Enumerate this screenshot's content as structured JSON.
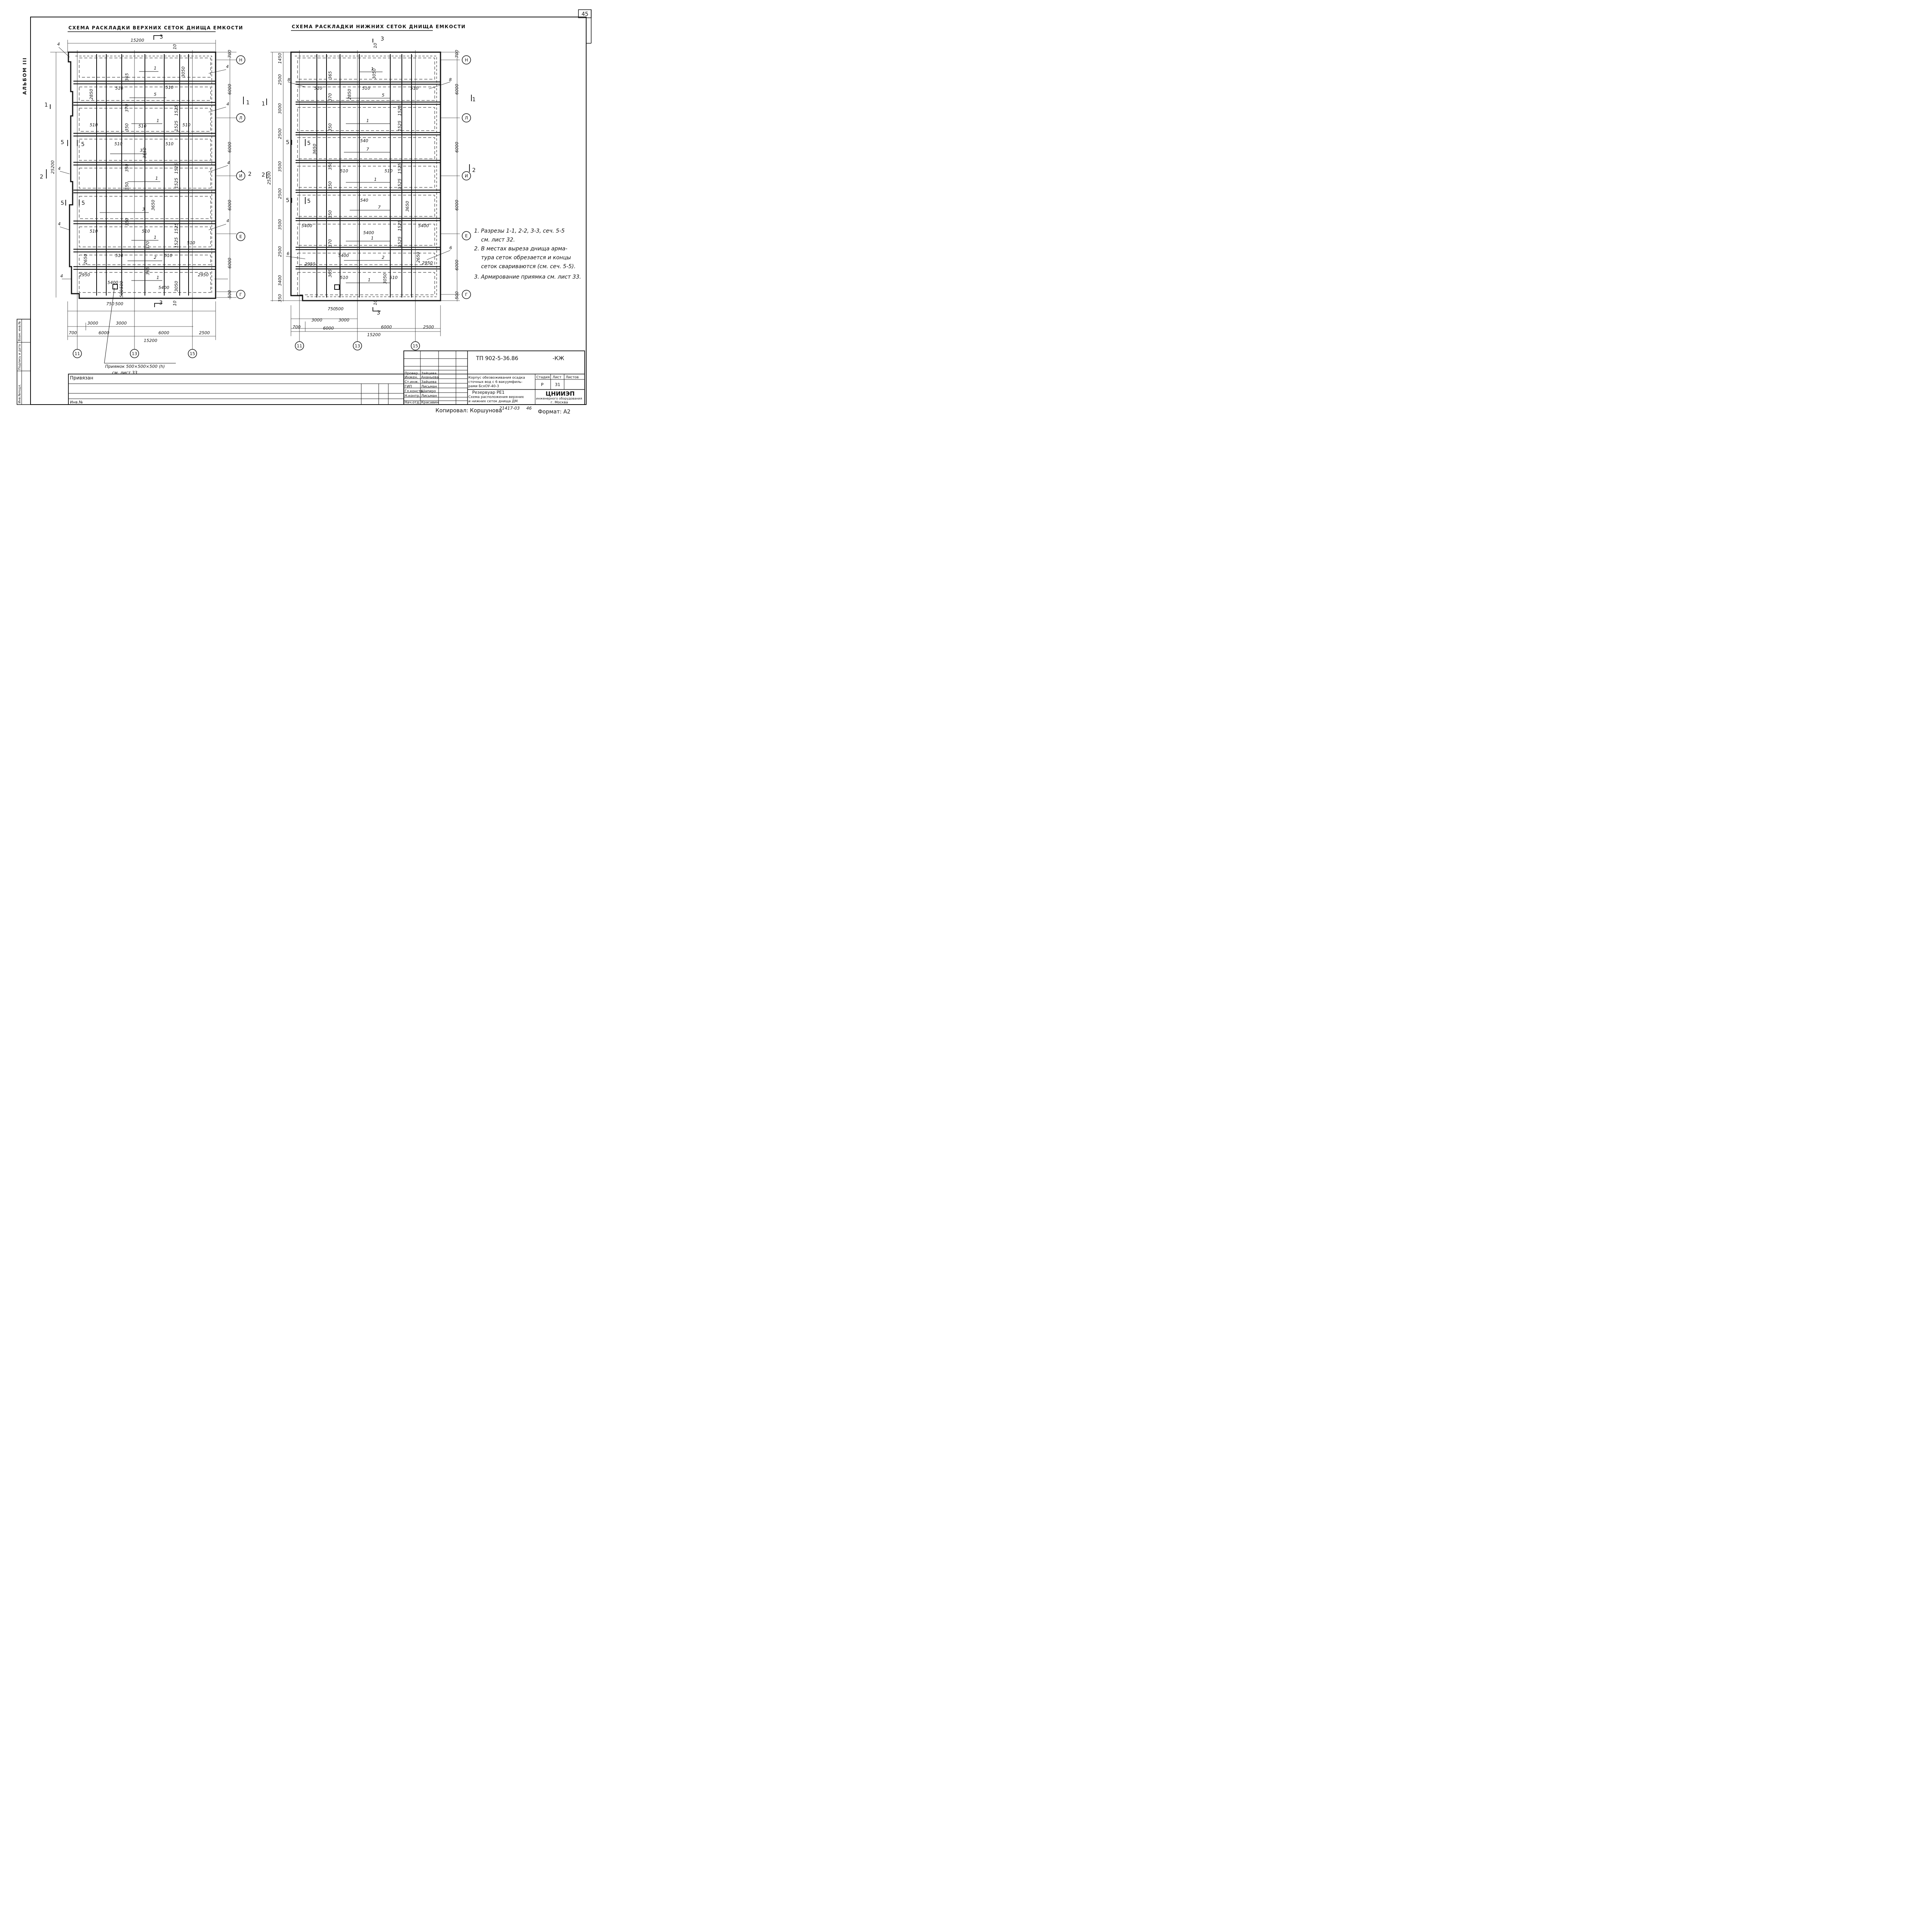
{
  "sheet_number": "45",
  "album_label": "АЛЬБОМ III",
  "left_stub": {
    "c1": "Инв.№подл.",
    "c2": "Подпись и дата",
    "c3": "Взам. инв.№"
  },
  "plan_top": {
    "title": "СХЕМА РАСКЛАДКИ ВЕРХНИХ СЕТОК ДНИЩА ЕМКОСТИ",
    "width_label": "15200",
    "height_label": "25200",
    "row_dims": [
      "700",
      "6000",
      "6000",
      "6000",
      "6000",
      "500"
    ],
    "band_dims": [
      "3050",
      "2850",
      "3650",
      "3650",
      "2650",
      "3050"
    ],
    "bottom_chain": [
      "700",
      "6000",
      "6000",
      "2500"
    ],
    "bottom_total": "15200",
    "bottom_upper": [
      "3000",
      "3000"
    ],
    "sump_dims": [
      "750",
      "500"
    ],
    "axes_x": [
      "11",
      "13",
      "15"
    ],
    "axes_y": [
      "Н",
      "Л",
      "И",
      "Е",
      "Г"
    ],
    "section_marks": [
      "3",
      "3",
      "1",
      "1",
      "2",
      "2",
      "5",
      "5",
      "5",
      "5"
    ],
    "mesh_marks": [
      "1",
      "5",
      "1",
      "3",
      "1",
      "3",
      "1",
      "2",
      "1",
      "4",
      "4",
      "4",
      "4",
      "4",
      "4",
      "4",
      "4"
    ],
    "small_dims": [
      "365",
      "510",
      "510",
      "370",
      "1525",
      "1525",
      "350",
      "510",
      "510",
      "510",
      "510",
      "510",
      "350",
      "1525",
      "1525",
      "350",
      "510",
      "510",
      "350",
      "1525",
      "1525",
      "370",
      "510",
      "510",
      "510",
      "365",
      "5400",
      "5400",
      "2950",
      "2950",
      "500",
      "500",
      "10",
      "10"
    ],
    "sump_label": "Приямок 500×500×500 (h)",
    "sump_ref": "см. лист 33"
  },
  "plan_bottom": {
    "title": "СХЕМА РАСКЛАДКИ НИЖНИХ СЕТОК ДНИЩА ЕМКОСТИ",
    "width_label": "15200",
    "height_label": "25200",
    "row_dims": [
      "700",
      "6000",
      "6000",
      "6000",
      "6000",
      "500"
    ],
    "left_chain": [
      "1450",
      "2500",
      "3000",
      "2500",
      "3500",
      "2500",
      "3500",
      "2500",
      "3400",
      "350"
    ],
    "bottom_chain": [
      "700",
      "6000",
      "6000",
      "2500"
    ],
    "bottom_total": "15200",
    "bottom_upper": [
      "3000",
      "3000"
    ],
    "sump_dims": [
      "750",
      "500"
    ],
    "axes_x": [
      "11",
      "13",
      "15"
    ],
    "axes_y": [
      "Н",
      "Л",
      "И",
      "Е",
      "Г"
    ],
    "mesh_marks": [
      "1",
      "5",
      "1",
      "7",
      "1",
      "7",
      "1",
      "2",
      "1",
      "8",
      "8",
      "6",
      "6"
    ],
    "small_dims": [
      "3050",
      "2850",
      "365",
      "370",
      "510",
      "510",
      "510",
      "1525",
      "1525",
      "350",
      "3650",
      "540",
      "350",
      "510",
      "510",
      "1525",
      "1525",
      "350",
      "3650",
      "540",
      "350",
      "1525",
      "5400",
      "5400",
      "5400",
      "5400",
      "370",
      "1525",
      "2650",
      "2950",
      "2950",
      "365",
      "510",
      "3050",
      "510",
      "10",
      "10"
    ]
  },
  "notes": [
    "1. Разрезы 1-1, 2-2, 3-3, сеч. 5-5",
    "см. лист 32.",
    "2. В местах выреза днища арма-",
    "тура сеток обрезается и концы",
    "сеток свариваются (см. сеч. 5-5).",
    "3. Армирование приямка см. лист 33."
  ],
  "title_block": {
    "code": "ТП 902-5-36.86",
    "suffix": "-КЖ",
    "bound_label": "Привязан",
    "inv_label": "Инв.№",
    "roles": [
      "Провер.",
      "Инжен.",
      "Ст.инж.",
      "ГИП",
      "Гл.констр.",
      "Н.контр.",
      "Нач.отд."
    ],
    "names": [
      "Зайцева",
      "Ананьева",
      "Зайцева",
      "Лисьман",
      "Шапиро",
      "Лисьман",
      "Красавин"
    ],
    "object": [
      "Корпус обезвоживания осадка",
      "сточных вод с 6 вакуумфиль-",
      "рами БсхОУ-40-3"
    ],
    "drawing": [
      "Резервуар РЕ1",
      "Схема расположения верхних",
      "и нижних сеток днища ДМ"
    ],
    "stage_header": "Стадия",
    "sheet_header": "Лист",
    "sheets_header": "Листов",
    "stage": "Р",
    "sheet": "31",
    "org": [
      "ЦНИИЭП",
      "инженерного оборудования",
      "г. Москва"
    ]
  },
  "footer": {
    "copied": "Копировал: Коршунова",
    "order": "21417-03",
    "num": "46",
    "format": "Формат: А2"
  }
}
